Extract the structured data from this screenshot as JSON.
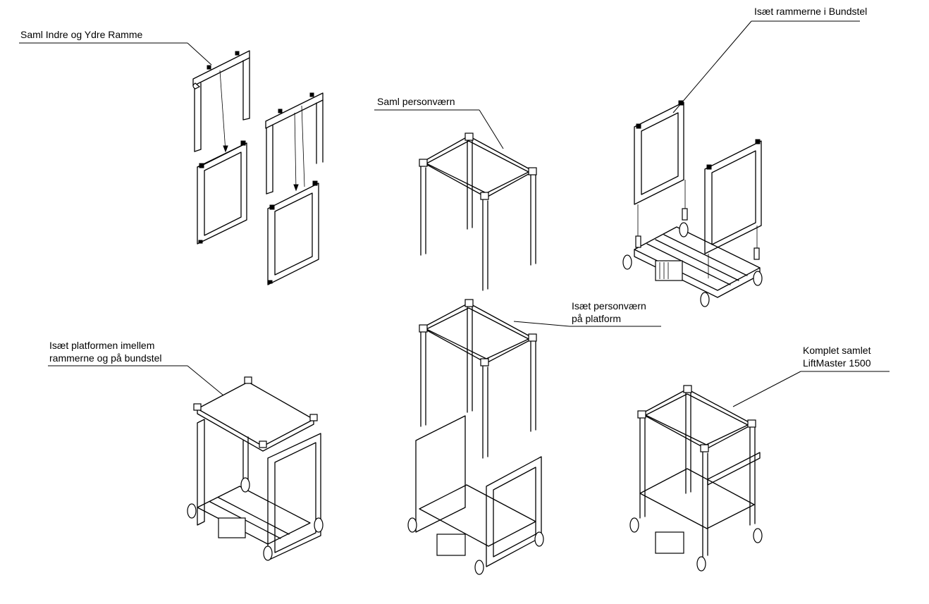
{
  "labels": {
    "step1": "Saml Indre og Ydre Ramme",
    "step2": "Saml personværn",
    "step3": "Isæt rammerne i Bundstel",
    "step4_line1": "Isæt platformen imellem",
    "step4_line2": "rammerne og på bundstel",
    "step5_line1": "Isæt personværn",
    "step5_line2": "på platform",
    "step6_line1": "Komplet samlet",
    "step6_line2": "LiftMaster 1500"
  }
}
